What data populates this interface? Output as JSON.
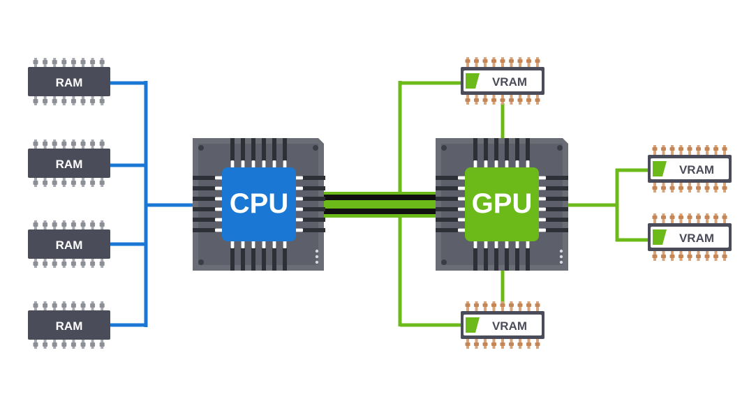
{
  "colors": {
    "background": "#ffffff",
    "cpu_accent": "#1a78d4",
    "gpu_accent": "#6cba1a",
    "chip_body": "#4a4c5a",
    "package_body": "#6a6c76",
    "interconnect": "#111111"
  },
  "cpu": {
    "label": "CPU"
  },
  "gpu": {
    "label": "GPU"
  },
  "ram_modules": [
    {
      "label": "RAM"
    },
    {
      "label": "RAM"
    },
    {
      "label": "RAM"
    },
    {
      "label": "RAM"
    }
  ],
  "vram_modules": [
    {
      "label": "VRAM"
    },
    {
      "label": "VRAM"
    },
    {
      "label": "VRAM"
    },
    {
      "label": "VRAM"
    }
  ]
}
